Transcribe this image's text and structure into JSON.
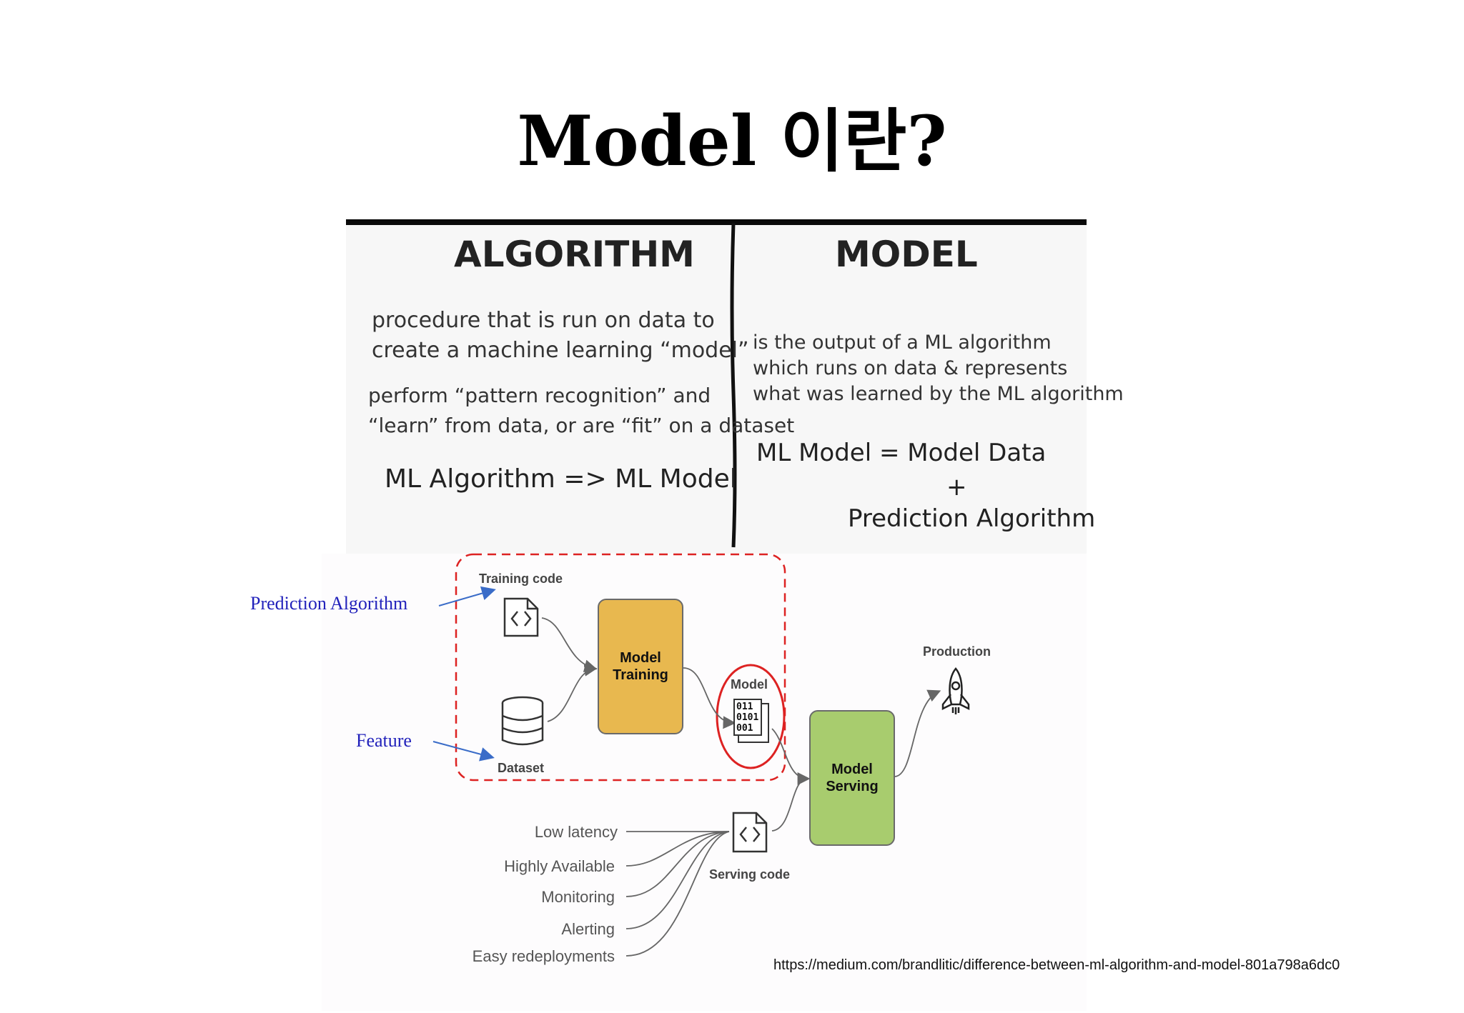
{
  "title": "Model 이란?",
  "comparison": {
    "algorithm": {
      "heading": "ALGORITHM",
      "desc1": [
        "procedure that is run on data to",
        "create a machine learning “model”"
      ],
      "desc2": [
        "perform “pattern recognition” and",
        "“learn” from data, or are “fit” on a dataset"
      ],
      "equation": "ML Algorithm => ML Model"
    },
    "model": {
      "heading": "MODEL",
      "desc": [
        "is the output of a ML algorithm",
        "which runs on data & represents",
        "what was learned by the ML algorithm"
      ],
      "eq_line1": "ML Model = Model Data",
      "eq_plus": "+",
      "eq_line2": "Prediction Algorithm"
    }
  },
  "pipeline": {
    "training_code_label": "Training code",
    "dataset_label": "Dataset",
    "model_training": [
      "Model",
      "Training"
    ],
    "model_label": "Model",
    "model_bits": [
      "011",
      "0101",
      "001"
    ],
    "model_serving": [
      "Model",
      "Serving"
    ],
    "production_label": "Production",
    "serving_code_label": "Serving code",
    "requirements": [
      "Low latency",
      "Highly Available",
      "Monitoring",
      "Alerting",
      "Easy redeployments"
    ]
  },
  "annotations": {
    "prediction_algorithm": "Prediction Algorithm",
    "feature": "Feature"
  },
  "source_url": "https://medium.com/brandlitic/difference-between-ml-algorithm-and-model-801a798a6dc0",
  "colors": {
    "training_box": "#e8b84f",
    "serving_box": "#a8cc6e",
    "dashed_outline": "#dd2222",
    "annotation_text": "#2222bb",
    "arrow_blue": "#3a6cc8"
  },
  "icons": [
    "code-file-icon",
    "database-icon",
    "binary-file-icon",
    "rocket-icon"
  ]
}
